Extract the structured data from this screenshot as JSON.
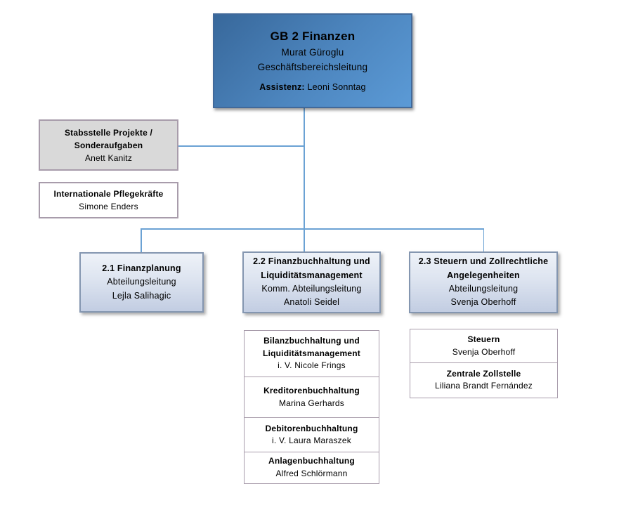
{
  "colors": {
    "background": "#ffffff",
    "root_gradient_start": "#38689b",
    "root_gradient_end": "#5b9ad6",
    "root_border": "#41699a",
    "dept_gradient_start": "#eef2f8",
    "dept_gradient_end": "#c2cde2",
    "dept_border": "#8496b0",
    "staff_gray_fill": "#d9d9d9",
    "purple_border": "#a89cab",
    "connector": "#6ba2d4",
    "text": "#000000"
  },
  "org_chart": {
    "root": {
      "title": "GB 2 Finanzen",
      "person": "Murat Güroglu",
      "role": "Geschäftsbereichsleitung",
      "assistant_label": "Assistenz:",
      "assistant_name": "Leoni Sonntag"
    },
    "staff_units": [
      {
        "title": "Stabsstelle Projekte / Sonderaufgaben",
        "person": "Anett Kanitz"
      },
      {
        "title": "Internationale Pflegekräfte",
        "person": "Simone Enders"
      }
    ],
    "departments": [
      {
        "title": "2.1 Finanzplanung",
        "role": "Abteilungsleitung",
        "person": "Lejla Salihagic",
        "teams": []
      },
      {
        "title": "2.2 Finanzbuchhaltung und Liquiditätsmanagement",
        "role": "Komm. Abteilungsleitung",
        "person": "Anatoli Seidel",
        "teams": [
          {
            "title": "Bilanzbuchhaltung und Liquiditätsmanagement",
            "person": "i. V. Nicole Frings"
          },
          {
            "title": "Kreditorenbuchhaltung",
            "person": "Marina Gerhards"
          },
          {
            "title": "Debitorenbuchhaltung",
            "person": "i. V. Laura Maraszek"
          },
          {
            "title": "Anlagenbuchhaltung",
            "person": "Alfred Schlörmann"
          }
        ]
      },
      {
        "title": "2.3 Steuern und Zollrechtliche Angelegenheiten",
        "role": "Abteilungsleitung",
        "person": "Svenja Oberhoff",
        "teams": [
          {
            "title": "Steuern",
            "person": "Svenja Oberhoff"
          },
          {
            "title": "Zentrale Zollstelle",
            "person": "Liliana Brandt Fernández"
          }
        ]
      }
    ]
  }
}
